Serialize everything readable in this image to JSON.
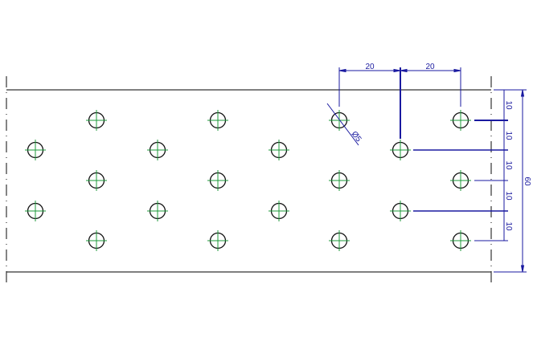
{
  "drawing": {
    "colors": {
      "outline": "#333333",
      "hole": "#111111",
      "centerline": "#1c9a3a",
      "dimension": "#1a1aa0"
    },
    "dimensions": {
      "horizontal_spacing": [
        "20",
        "20"
      ],
      "vertical_spacing": [
        "10",
        "10",
        "10",
        "10",
        "10"
      ],
      "overall_height": "60",
      "hole_diameter": "Ø5"
    }
  }
}
